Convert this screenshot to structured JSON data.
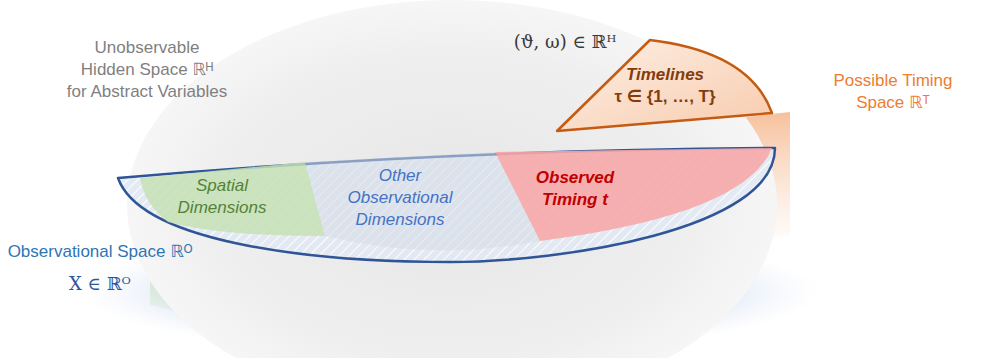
{
  "diagram": {
    "nodes": [
      {
        "text": [
          "Unobservable Hidden Space ℝᴴ for Abstract Variables",
          "(ϑ, ω) ∈ ℝᴴ"
        ]
      },
      {
        "text": [
          "Timelines τ ∈ {1, …, T}",
          "Possible Timing Space ℝᵀ"
        ]
      },
      {
        "text": [
          "Observational Space ℝᴼ",
          "X ∈ ℝᴼ"
        ]
      },
      {
        "text": [
          "Spatial Dimensions"
        ],
        "in": 2
      },
      {
        "text": [
          "Other Observational Dimensions"
        ],
        "in": 2
      },
      {
        "text": [
          "Observed Timing t"
        ],
        "in": 2
      }
    ]
  }
}
